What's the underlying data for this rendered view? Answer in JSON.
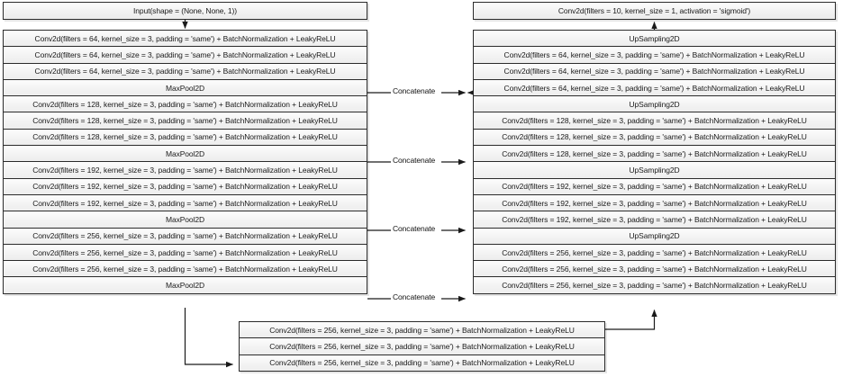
{
  "diagram": {
    "title": "U-Net style convolutional encoder-decoder architecture",
    "colors": {
      "box_border": "#2b2b2b",
      "box_fill": "#f2f2f2",
      "line": "#1a1a1a",
      "background": "#ffffff"
    },
    "input_box": {
      "label": "Input(shape = (None, None, 1))"
    },
    "output_box": {
      "label": "Conv2d(filters = 10, kernel_size = 1, activation = 'sigmoid')"
    },
    "encoder": {
      "rows": [
        {
          "label": "Conv2d(filters = 64, kernel_size = 3, padding = 'same') + BatchNormalization + LeakyReLU",
          "type": "conv"
        },
        {
          "label": "Conv2d(filters = 64, kernel_size = 3, padding = 'same') + BatchNormalization + LeakyReLU",
          "type": "conv"
        },
        {
          "label": "Conv2d(filters = 64, kernel_size = 3, padding = 'same') + BatchNormalization + LeakyReLU",
          "type": "conv"
        },
        {
          "label": "MaxPool2D",
          "type": "pool"
        },
        {
          "label": "Conv2d(filters = 128, kernel_size = 3, padding = 'same') + BatchNormalization + LeakyReLU",
          "type": "conv"
        },
        {
          "label": "Conv2d(filters = 128, kernel_size = 3, padding = 'same') + BatchNormalization + LeakyReLU",
          "type": "conv"
        },
        {
          "label": "Conv2d(filters = 128, kernel_size = 3, padding = 'same') + BatchNormalization + LeakyReLU",
          "type": "conv"
        },
        {
          "label": "MaxPool2D",
          "type": "pool"
        },
        {
          "label": "Conv2d(filters = 192, kernel_size = 3, padding = 'same') + BatchNormalization + LeakyReLU",
          "type": "conv"
        },
        {
          "label": "Conv2d(filters = 192, kernel_size = 3, padding = 'same') + BatchNormalization + LeakyReLU",
          "type": "conv"
        },
        {
          "label": "Conv2d(filters = 192, kernel_size = 3, padding = 'same') + BatchNormalization + LeakyReLU",
          "type": "conv"
        },
        {
          "label": "MaxPool2D",
          "type": "pool"
        },
        {
          "label": "Conv2d(filters = 256, kernel_size = 3, padding = 'same') + BatchNormalization + LeakyReLU",
          "type": "conv"
        },
        {
          "label": "Conv2d(filters = 256, kernel_size = 3, padding = 'same') + BatchNormalization + LeakyReLU",
          "type": "conv"
        },
        {
          "label": "Conv2d(filters = 256, kernel_size = 3, padding = 'same') + BatchNormalization + LeakyReLU",
          "type": "conv"
        },
        {
          "label": "MaxPool2D",
          "type": "pool"
        }
      ]
    },
    "decoder": {
      "rows": [
        {
          "label": "UpSampling2D",
          "type": "upsample"
        },
        {
          "label": "Conv2d(filters = 64, kernel_size = 3, padding = 'same') + BatchNormalization + LeakyReLU",
          "type": "conv"
        },
        {
          "label": "Conv2d(filters = 64, kernel_size = 3, padding = 'same') + BatchNormalization + LeakyReLU",
          "type": "conv"
        },
        {
          "label": "Conv2d(filters = 64, kernel_size = 3, padding = 'same') + BatchNormalization + LeakyReLU",
          "type": "conv"
        },
        {
          "label": "UpSampling2D",
          "type": "upsample"
        },
        {
          "label": "Conv2d(filters = 128, kernel_size = 3, padding = 'same') + BatchNormalization + LeakyReLU",
          "type": "conv"
        },
        {
          "label": "Conv2d(filters = 128, kernel_size = 3, padding = 'same') + BatchNormalization + LeakyReLU",
          "type": "conv"
        },
        {
          "label": "Conv2d(filters = 128, kernel_size = 3, padding = 'same') + BatchNormalization + LeakyReLU",
          "type": "conv"
        },
        {
          "label": "UpSampling2D",
          "type": "upsample"
        },
        {
          "label": "Conv2d(filters = 192, kernel_size = 3, padding = 'same') + BatchNormalization + LeakyReLU",
          "type": "conv"
        },
        {
          "label": "Conv2d(filters = 192, kernel_size = 3, padding = 'same') + BatchNormalization + LeakyReLU",
          "type": "conv"
        },
        {
          "label": "Conv2d(filters = 192, kernel_size = 3, padding = 'same') + BatchNormalization + LeakyReLU",
          "type": "conv"
        },
        {
          "label": "UpSampling2D",
          "type": "upsample"
        },
        {
          "label": "Conv2d(filters = 256, kernel_size = 3, padding = 'same') + BatchNormalization + LeakyReLU",
          "type": "conv"
        },
        {
          "label": "Conv2d(filters = 256, kernel_size = 3, padding = 'same') + BatchNormalization + LeakyReLU",
          "type": "conv"
        },
        {
          "label": "Conv2d(filters = 256, kernel_size = 3, padding = 'same') + BatchNormalization + LeakyReLU",
          "type": "conv"
        }
      ]
    },
    "bottleneck": {
      "rows": [
        {
          "label": "Conv2d(filters = 256, kernel_size = 3, padding = 'same') + BatchNormalization + LeakyReLU",
          "type": "conv"
        },
        {
          "label": "Conv2d(filters = 256, kernel_size = 3, padding = 'same') + BatchNormalization + LeakyReLU",
          "type": "conv"
        },
        {
          "label": "Conv2d(filters = 256, kernel_size = 3, padding = 'same') + BatchNormalization + LeakyReLU",
          "type": "conv"
        }
      ]
    },
    "skip_connections": [
      {
        "label": "Concatenate"
      },
      {
        "label": "Concatenate"
      },
      {
        "label": "Concatenate"
      },
      {
        "label": "Concatenate"
      }
    ]
  }
}
